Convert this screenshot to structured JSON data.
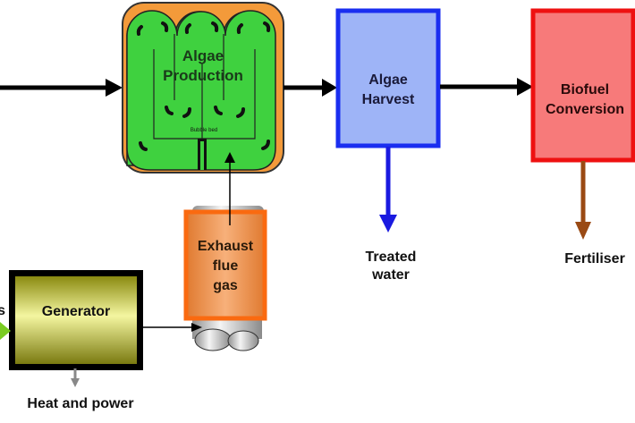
{
  "diagram": {
    "type": "process-flow",
    "nodes": {
      "algae_production": {
        "label_line1": "Algae",
        "label_line2": "Production",
        "sublabel": "Bubble bed"
      },
      "algae_harvest": {
        "label_line1": "Algae",
        "label_line2": "Harvest"
      },
      "biofuel_conversion": {
        "label_line1": "Biofuel",
        "label_line2": "Conversion"
      },
      "exhaust": {
        "label_line1": "Exhaust",
        "label_line2": "flue",
        "label_line3": "gas"
      },
      "generator": {
        "label": "Generator"
      }
    },
    "outputs": {
      "treated_water": {
        "line1": "Treated",
        "line2": "water"
      },
      "fertiliser": {
        "label": "Fertiliser"
      },
      "heat_power": {
        "label": "Heat and power"
      }
    },
    "left_cut_text": "s",
    "colors": {
      "production_fill": "#3fd13f",
      "production_border": "#f39a3a",
      "harvest_fill": "#9eb4f7",
      "harvest_border": "#1a2ef0",
      "biofuel_fill": "#f77a7a",
      "biofuel_border": "#ee1111",
      "exhaust_fill": "#f0924a",
      "exhaust_border": "#fa6a10",
      "generator_fill": "#e8ea7a",
      "treated_arrow": "#1a1ae0",
      "fertiliser_arrow": "#9a4a14",
      "heat_arrow": "#888888",
      "input_arrow": "#7acc22"
    }
  }
}
